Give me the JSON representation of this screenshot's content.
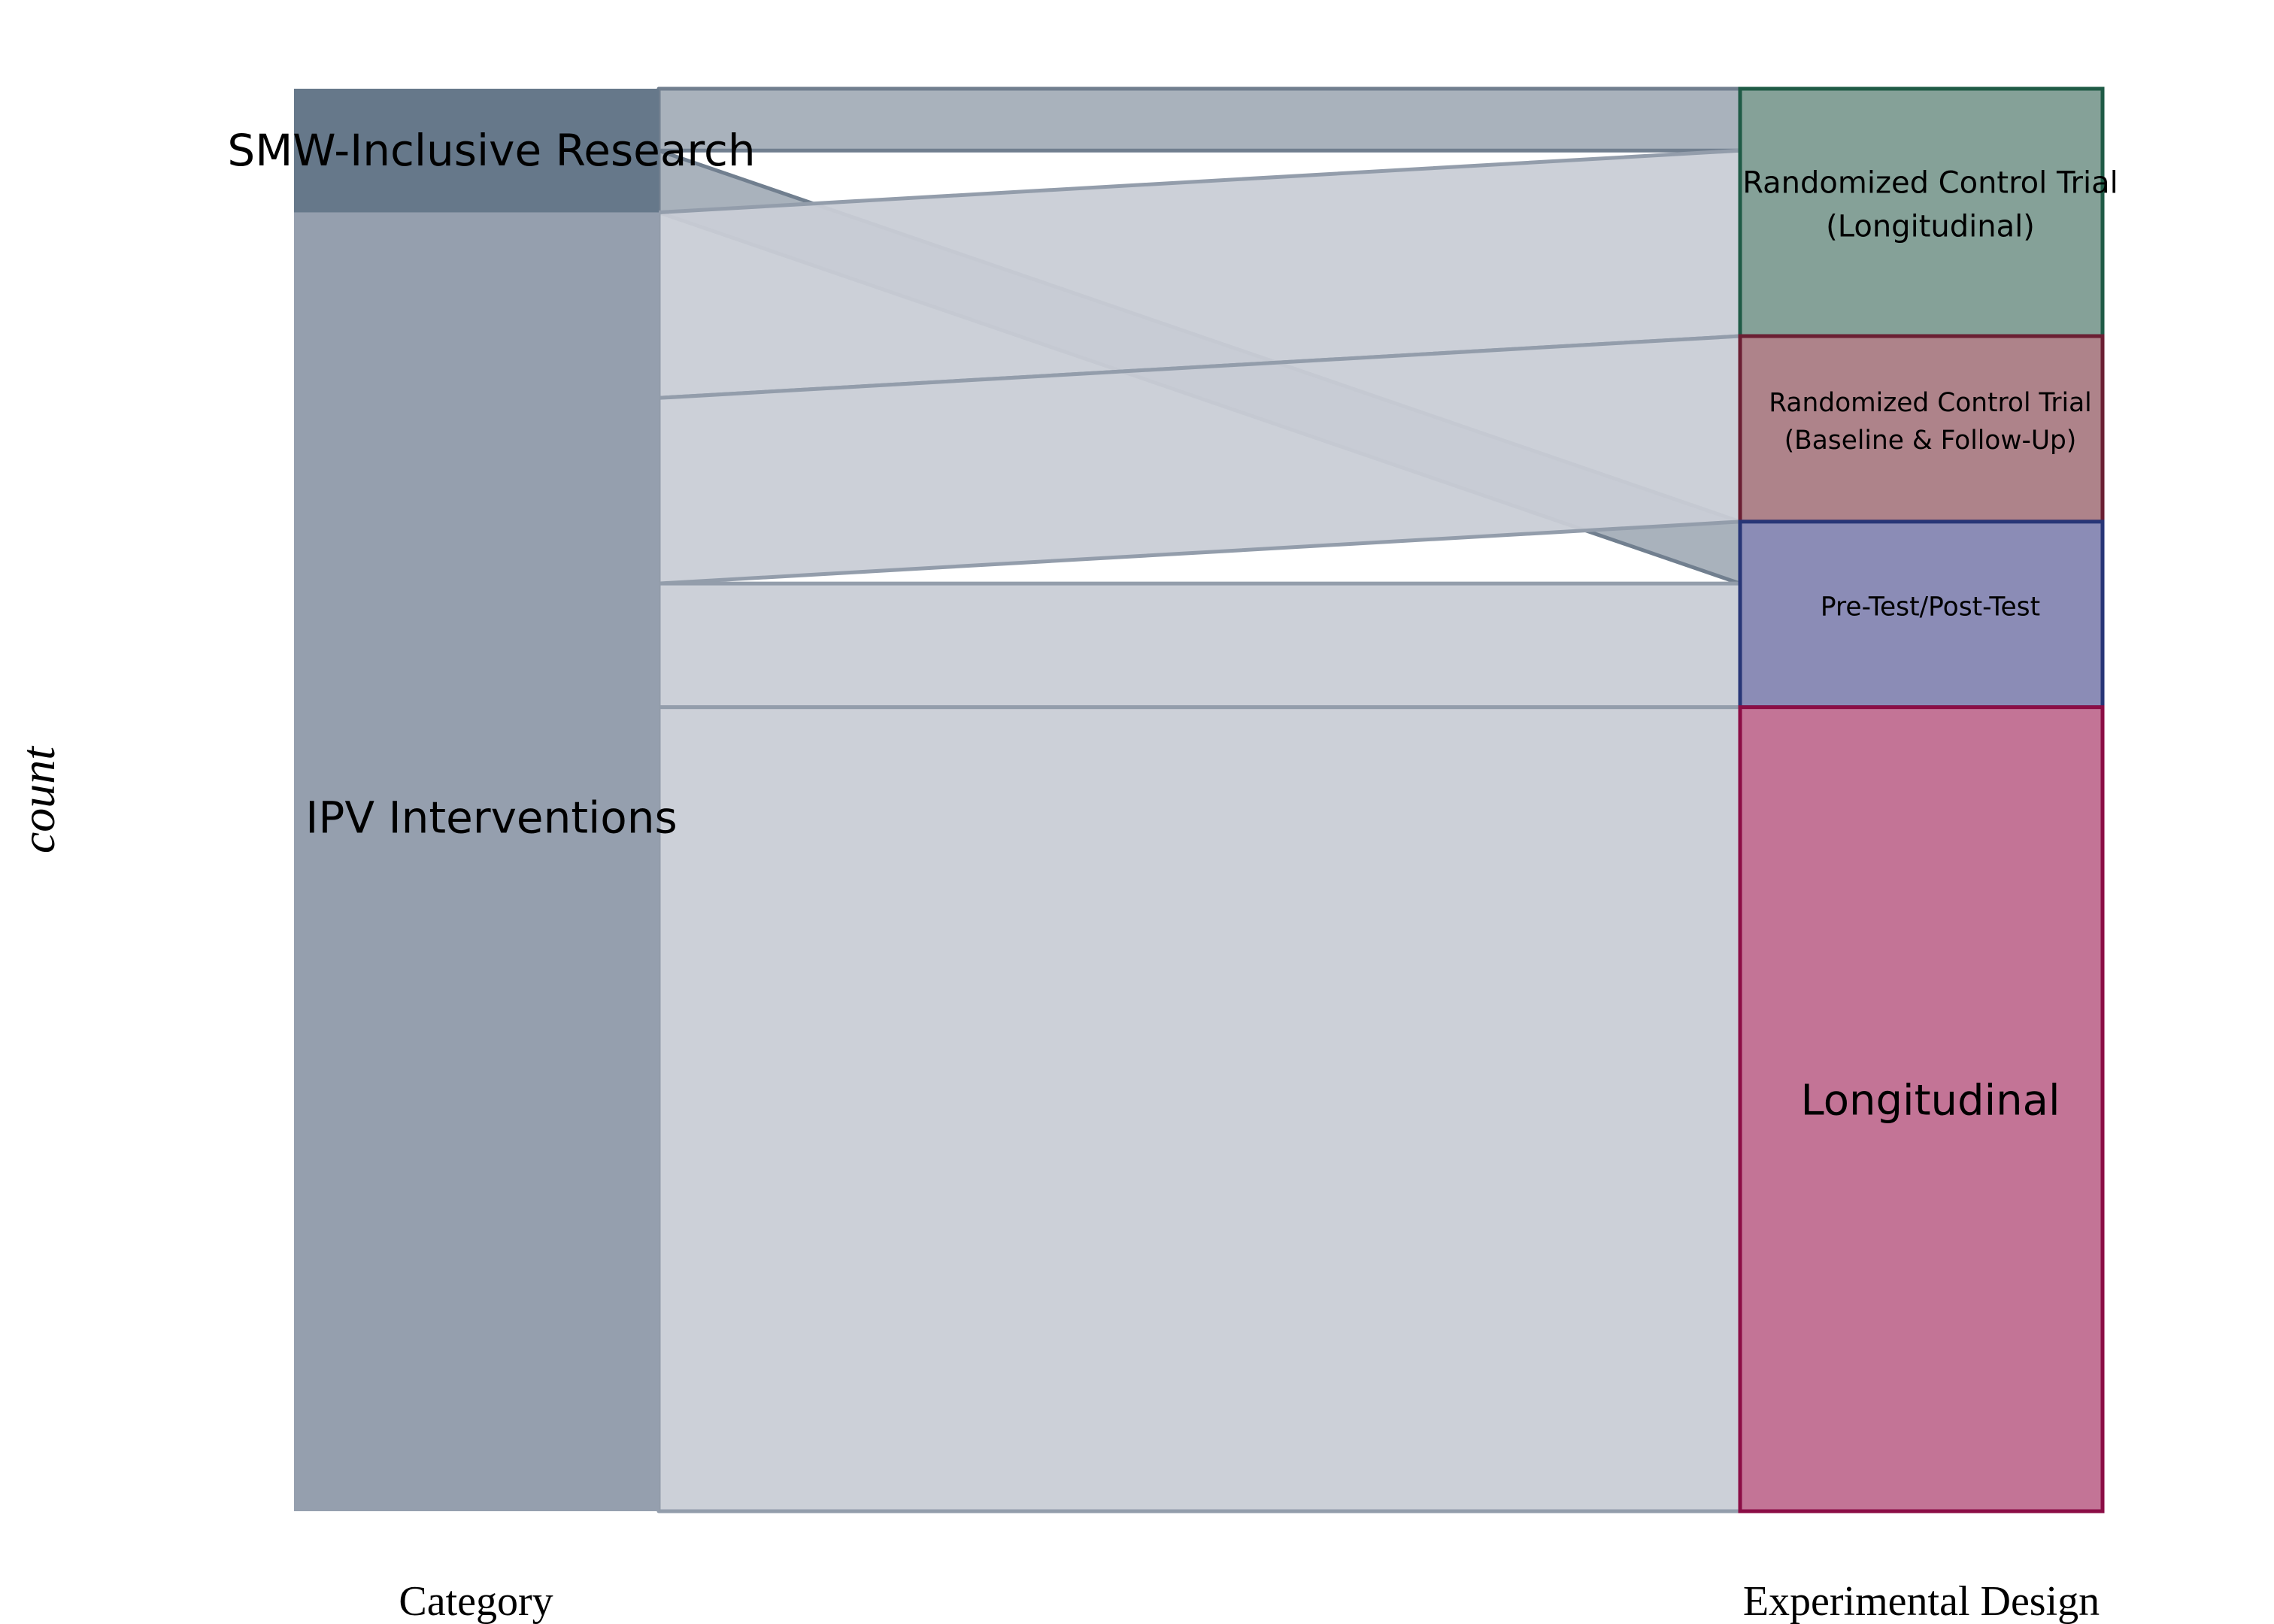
{
  "chart_data": {
    "type": "alluvial",
    "ylabel": "count",
    "axes": [
      "Category",
      "Experimental Design"
    ],
    "left_nodes": [
      {
        "name": "SMW-Inclusive Research",
        "value": 2,
        "color": "#66788a"
      },
      {
        "name": "IPV Interventions",
        "value": 21,
        "color": "#959fae"
      }
    ],
    "right_nodes": [
      {
        "name": "Randomized Control Trial (Longitudinal)",
        "lines": [
          "Randomized Control Trial",
          "(Longitudinal)"
        ],
        "value": 4,
        "fill": "#85a198",
        "stroke": "#1f5b46",
        "font_scale": 1.0
      },
      {
        "name": "Randomized Control Trial (Baseline & Follow-Up)",
        "lines": [
          "Randomized Control Trial",
          "(Baseline & Follow-Up)"
        ],
        "value": 3,
        "fill": "#ae838a",
        "stroke": "#6b1f33",
        "font_scale": 0.86
      },
      {
        "name": "Pre-Test/Post-Test",
        "lines": [
          "Pre-Test/Post-Test"
        ],
        "value": 3,
        "fill": "#8b8cb6",
        "stroke": "#283677",
        "font_scale": 0.86
      },
      {
        "name": "Longitudinal",
        "lines": [
          "Longitudinal"
        ],
        "value": 13,
        "fill": "#c37496",
        "stroke": "#8b0d45",
        "font_scale": 1.4
      }
    ],
    "flows": [
      {
        "from": "SMW-Inclusive Research",
        "to": "Randomized Control Trial (Longitudinal)",
        "value": 1
      },
      {
        "from": "SMW-Inclusive Research",
        "to": "Pre-Test/Post-Test",
        "value": 1
      },
      {
        "from": "IPV Interventions",
        "to": "Randomized Control Trial (Longitudinal)",
        "value": 3
      },
      {
        "from": "IPV Interventions",
        "to": "Randomized Control Trial (Baseline & Follow-Up)",
        "value": 3
      },
      {
        "from": "IPV Interventions",
        "to": "Pre-Test/Post-Test",
        "value": 2
      },
      {
        "from": "IPV Interventions",
        "to": "Longitudinal",
        "value": 13
      }
    ]
  }
}
